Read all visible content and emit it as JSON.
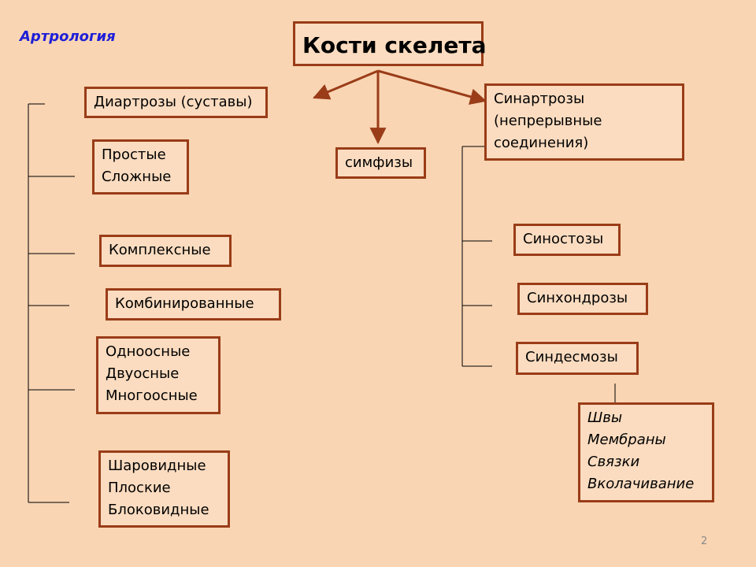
{
  "section_label": "Артрология",
  "page_number": "2",
  "title": "Кости скелета",
  "diarthroses": {
    "header": "Диартрозы (суставы)",
    "groups": [
      [
        "Простые",
        "Сложные"
      ],
      [
        "Комплексные"
      ],
      [
        "Комбинированные"
      ],
      [
        "Одноосные",
        "Двуосные",
        "Многоосные"
      ],
      [
        "Шаровидные",
        "Плоские",
        "Блоковидные"
      ]
    ]
  },
  "symphyses": "симфизы",
  "synarthroses": {
    "header": [
      "Синартрозы",
      "(непрерывные",
      "соединения)"
    ],
    "types": [
      "Синостозы",
      "Синхондрозы",
      "Синдесмозы"
    ],
    "syndesmosis_kinds": [
      "Швы",
      "Мембраны",
      "Связки",
      "Вколачивание"
    ]
  },
  "colors": {
    "background": "#f9d5b3",
    "box_border": "#9a3c18",
    "line": "#000000",
    "section_label": "#1f1fd8"
  }
}
